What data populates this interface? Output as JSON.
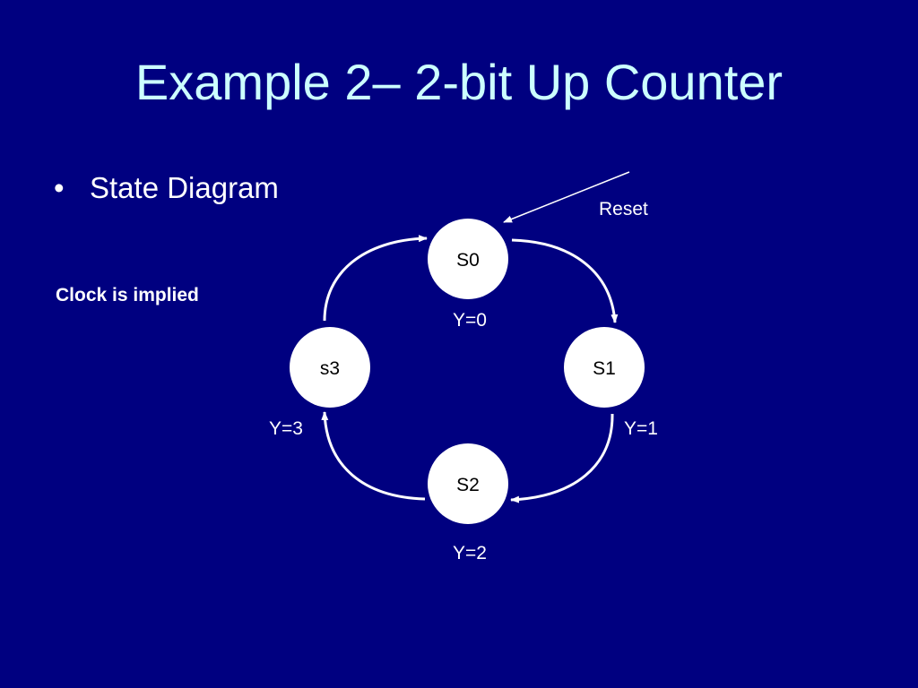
{
  "slide": {
    "title": "Example 2– 2-bit Up Counter",
    "bullet_marker": "•",
    "bullet_text": "State Diagram",
    "note": "Clock is implied"
  },
  "diagram": {
    "states": [
      {
        "id": "s0",
        "label": "S0",
        "output": "Y=0"
      },
      {
        "id": "s1",
        "label": "S1",
        "output": "Y=1"
      },
      {
        "id": "s2",
        "label": "S2",
        "output": "Y=2"
      },
      {
        "id": "s3",
        "label": "s3",
        "output": "Y=3"
      }
    ],
    "transitions": [
      {
        "from": "s0",
        "to": "s1"
      },
      {
        "from": "s1",
        "to": "s2"
      },
      {
        "from": "s2",
        "to": "s3"
      },
      {
        "from": "s3",
        "to": "s0"
      }
    ],
    "reset_label": "Reset",
    "reset_target": "s0"
  },
  "colors": {
    "background": "#000080",
    "title": "#ccffff",
    "text": "#ffffff",
    "node_fill": "#ffffff",
    "node_text": "#000000"
  }
}
